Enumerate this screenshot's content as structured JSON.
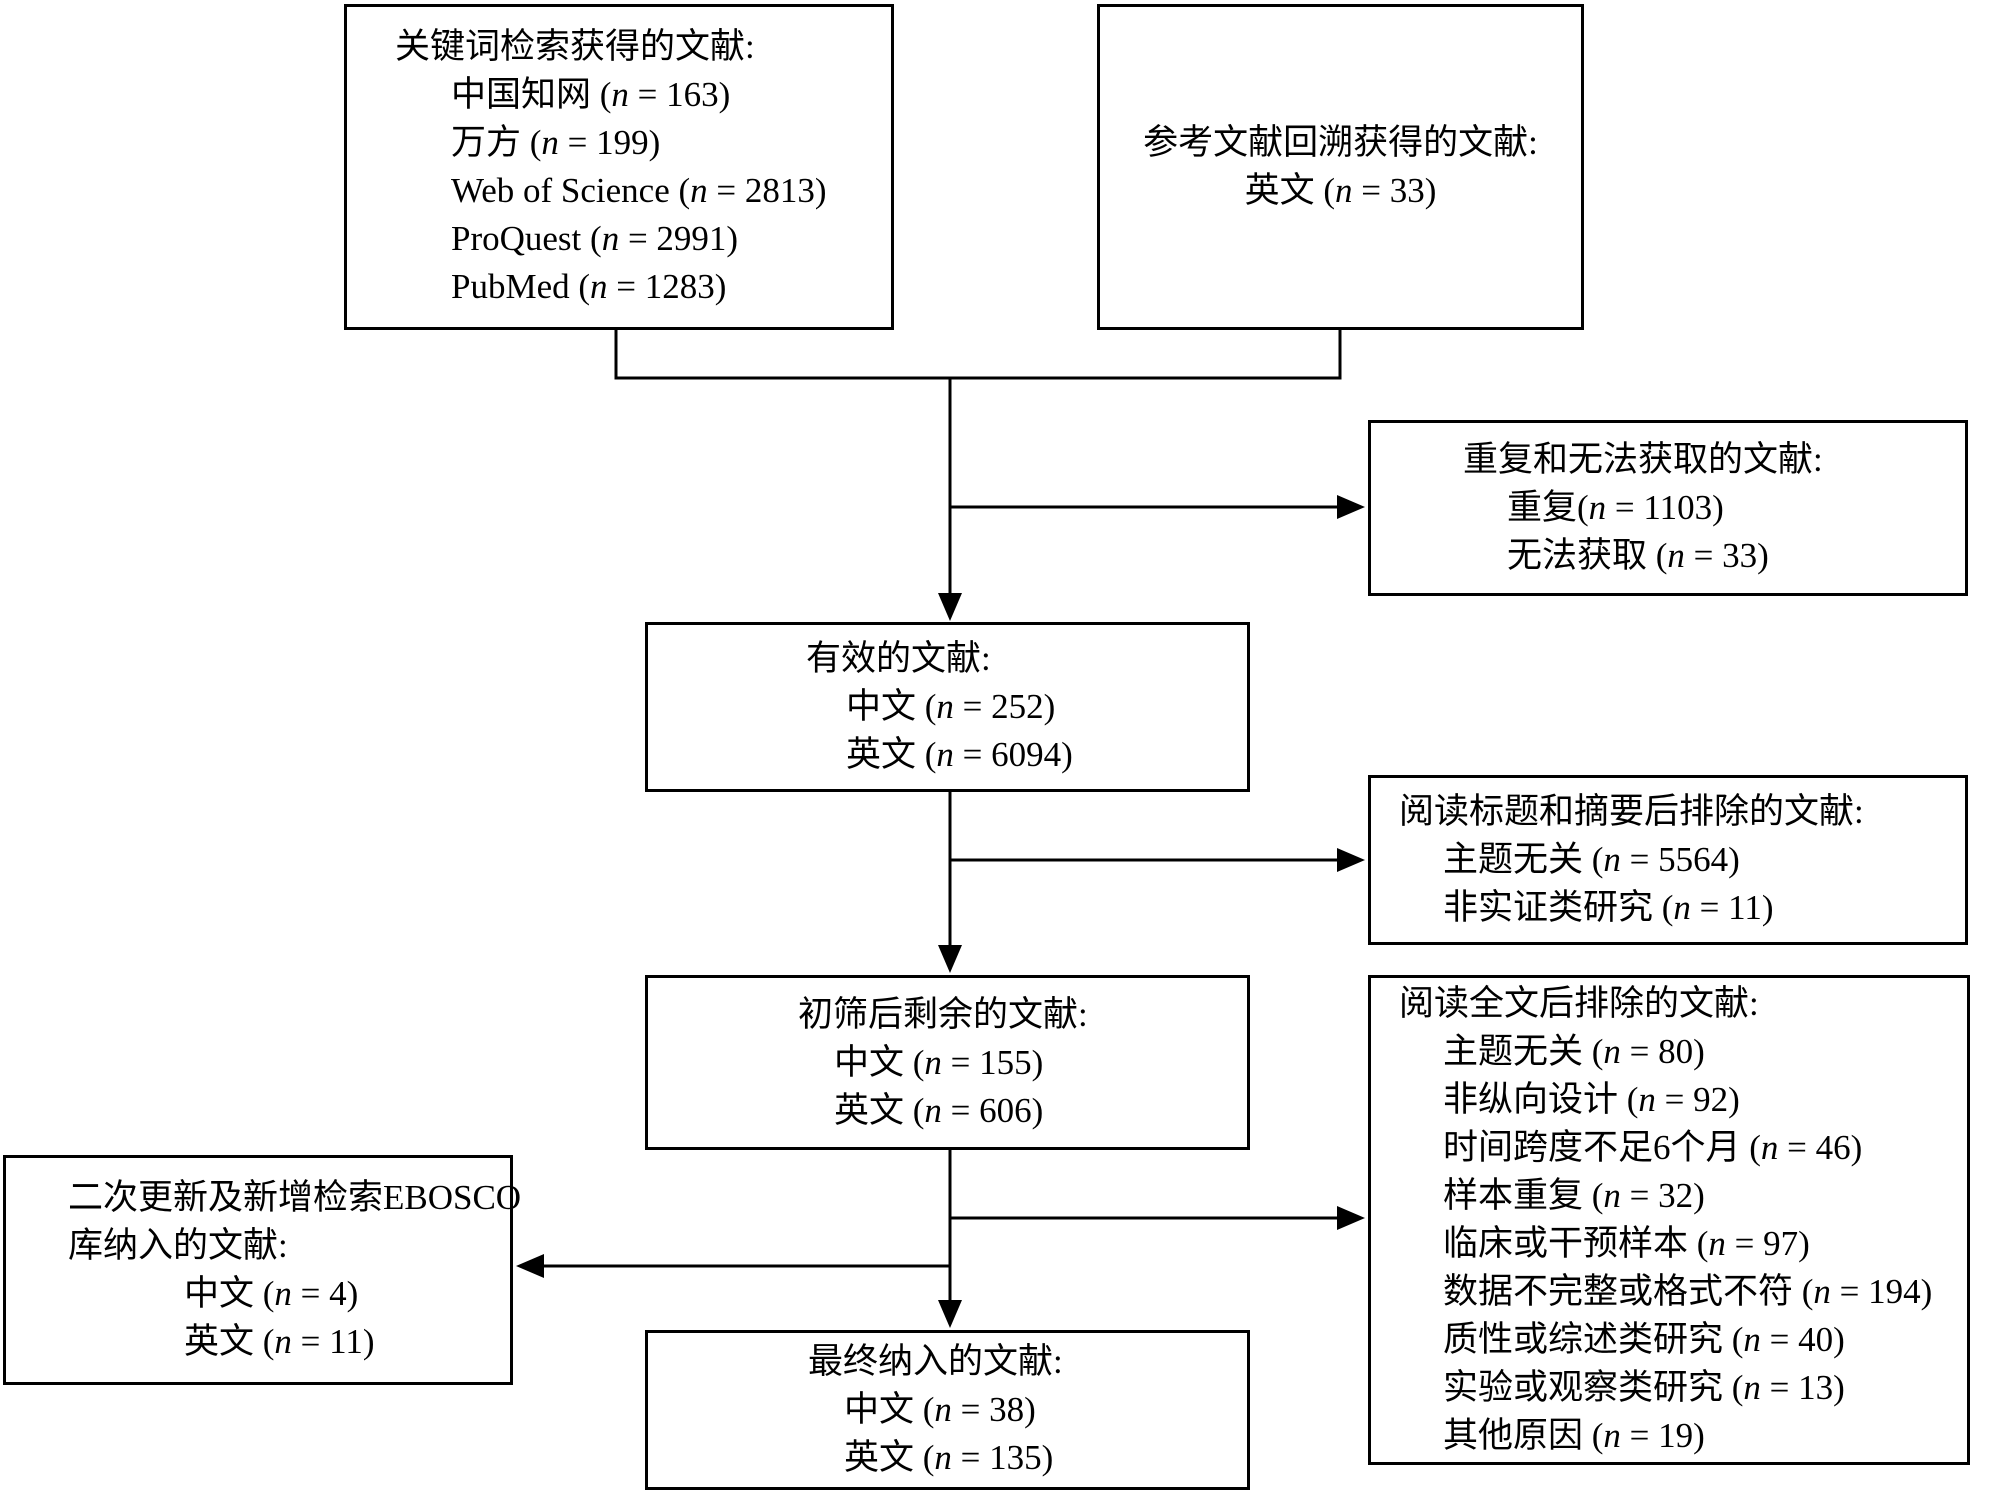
{
  "colors": {
    "background": "#ffffff",
    "line": "#000000",
    "text": "#000000"
  },
  "boxes": {
    "keyword_search": {
      "lines": [
        {
          "text": "关键词检索获得的文献:",
          "indent": false
        },
        {
          "text": "中国知网 (n = 163)",
          "indent": true
        },
        {
          "text": "万方 (n = 199)",
          "indent": true
        },
        {
          "text": "Web of Science (n = 2813)",
          "indent": true
        },
        {
          "text": "ProQuest (n = 2991)",
          "indent": true
        },
        {
          "text": "PubMed (n = 1283)",
          "indent": true
        }
      ]
    },
    "reference_tracing": {
      "lines": [
        {
          "text": "参考文献回溯获得的文献:",
          "indent": false
        },
        {
          "text": "英文 (n = 33)",
          "indent": false
        }
      ]
    },
    "duplicates_unavailable": {
      "lines": [
        {
          "text": "重复和无法获取的文献:",
          "indent": false
        },
        {
          "text": "重复(n = 1103)",
          "indent": true
        },
        {
          "text": "无法获取 (n = 33)",
          "indent": true
        }
      ]
    },
    "valid_records": {
      "lines": [
        {
          "text": "有效的文献:",
          "indent": false
        },
        {
          "text": "中文 (n = 252)",
          "indent": true
        },
        {
          "text": "英文 (n = 6094)",
          "indent": true
        }
      ]
    },
    "title_abstract_excluded": {
      "lines": [
        {
          "text": "阅读标题和摘要后排除的文献:",
          "indent": false
        },
        {
          "text": "主题无关 (n = 5564)",
          "indent": true
        },
        {
          "text": "非实证类研究 (n = 11)",
          "indent": true
        }
      ]
    },
    "after_screening": {
      "lines": [
        {
          "text": "初筛后剩余的文献:",
          "indent": false
        },
        {
          "text": "中文 (n = 155)",
          "indent": true
        },
        {
          "text": "英文 (n = 606)",
          "indent": true
        }
      ]
    },
    "fulltext_excluded": {
      "lines": [
        {
          "text": "阅读全文后排除的文献:",
          "indent": false
        },
        {
          "text": "主题无关 (n = 80)",
          "indent": true
        },
        {
          "text": "非纵向设计 (n = 92)",
          "indent": true
        },
        {
          "text": "时间跨度不足6个月 (n = 46)",
          "indent": true
        },
        {
          "text": "样本重复 (n = 32)",
          "indent": true
        },
        {
          "text": "临床或干预样本 (n = 97)",
          "indent": true
        },
        {
          "text": "数据不完整或格式不符 (n = 194)",
          "indent": true
        },
        {
          "text": "质性或综述类研究 (n = 40)",
          "indent": true
        },
        {
          "text": "实验或观察类研究 (n = 13)",
          "indent": true
        },
        {
          "text": "其他原因 (n = 19)",
          "indent": true
        }
      ]
    },
    "ebosco_update": {
      "lines": [
        {
          "text": "二次更新及新增检索EBOSCO",
          "indent": false
        },
        {
          "text": "库纳入的文献:",
          "indent": false
        },
        {
          "text": "中文 (n = 4)",
          "indent": true
        },
        {
          "text": "英文 (n = 11)",
          "indent": true
        }
      ]
    },
    "final_included": {
      "lines": [
        {
          "text": "最终纳入的文献:",
          "indent": false
        },
        {
          "text": "中文 (n = 38)",
          "indent": true
        },
        {
          "text": "英文 (n = 135)",
          "indent": true
        }
      ]
    }
  }
}
